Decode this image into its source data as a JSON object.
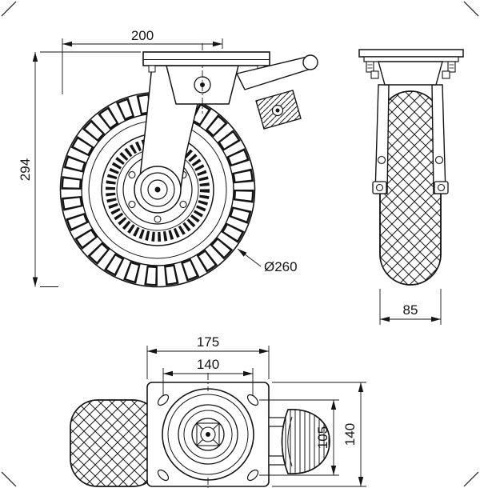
{
  "drawing": {
    "type": "technical-drawing",
    "subject": "swivel-caster-wheel-with-brake",
    "views": [
      "side-view",
      "front-view",
      "top-view"
    ]
  },
  "dimensions": {
    "side_view": {
      "plate_offset": "200",
      "overall_height": "294",
      "wheel_diameter": "Ø260"
    },
    "front_view": {
      "wheel_width": "85"
    },
    "top_view": {
      "plate_length": "175",
      "bolt_spacing_length": "140",
      "bolt_spacing_width": "105",
      "plate_width": "140"
    }
  },
  "colors": {
    "line": "#141414",
    "background": "#ffffff"
  }
}
